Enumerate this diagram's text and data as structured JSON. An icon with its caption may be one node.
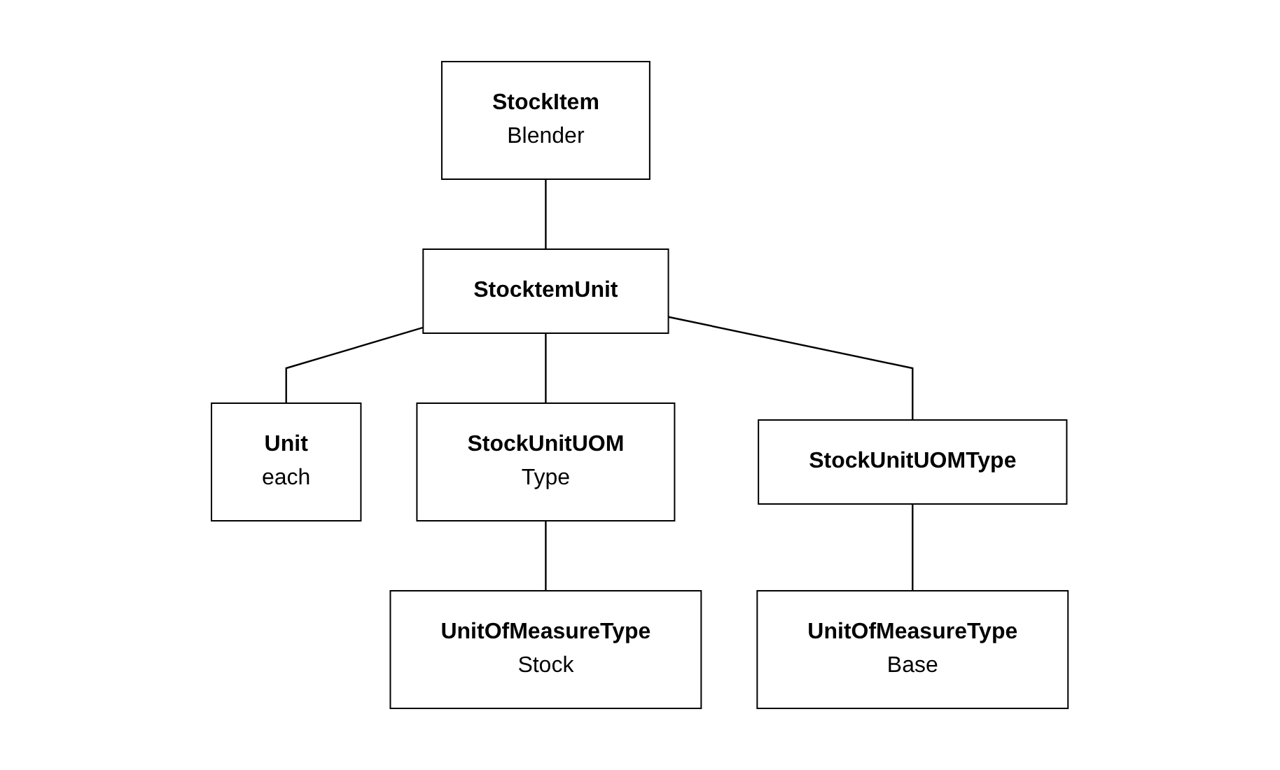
{
  "diagram": {
    "nodes": [
      {
        "text": [
          "StockItem",
          "Blender"
        ]
      },
      {
        "text": [
          "StocktemUnit"
        ]
      },
      {
        "text": [
          "Unit",
          "each"
        ]
      },
      {
        "text": [
          "StockUnitUOM",
          "Type"
        ]
      },
      {
        "text": [
          "StockUnitUOMType"
        ]
      },
      {
        "text": [
          "UnitOfMeasureType",
          "Stock"
        ]
      },
      {
        "text": [
          "UnitOfMeasureType",
          "Base"
        ]
      }
    ],
    "edges": [
      {
        "from": 0,
        "to": 1,
        "arrow": "none"
      },
      {
        "from": 1,
        "to": 2,
        "arrow": "none"
      },
      {
        "from": 1,
        "to": 3,
        "arrow": "none"
      },
      {
        "from": 1,
        "to": 4,
        "arrow": "none"
      },
      {
        "from": 3,
        "to": 5,
        "arrow": "none"
      },
      {
        "from": 4,
        "to": 6,
        "arrow": "none"
      }
    ]
  }
}
